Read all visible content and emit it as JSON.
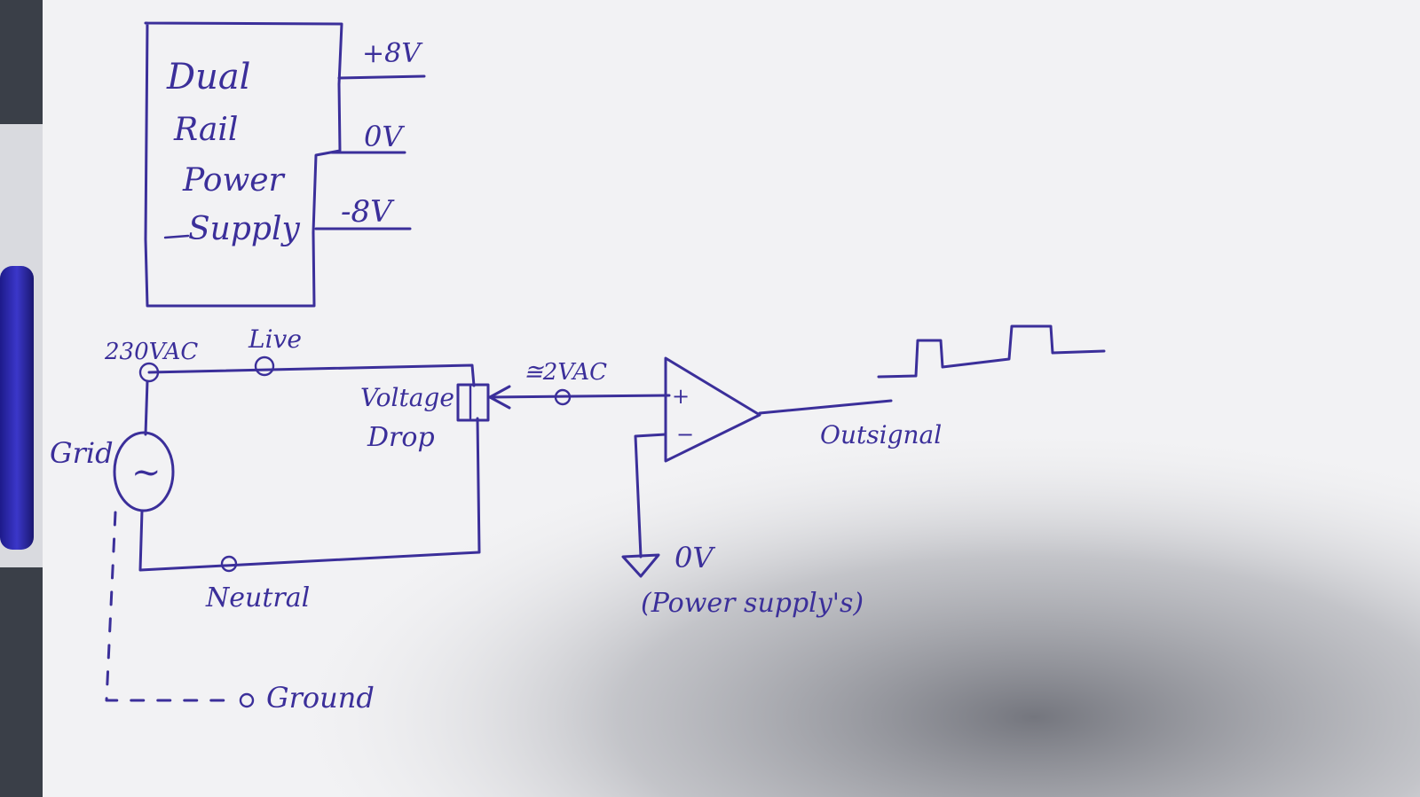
{
  "colors": {
    "paper": "#f2f2f4",
    "ink": "#3b2f9a",
    "shadow": "#6d6f78",
    "desk": "#3a3f48"
  },
  "power_supply": {
    "label_lines": [
      "Dual",
      "Rail",
      "Power",
      "Supply"
    ],
    "outputs": [
      "+8V",
      "0V",
      "-8V"
    ]
  },
  "grid_circuit": {
    "source_label": "Grid",
    "source_symbol": "~",
    "voltage_label": "230VAC",
    "live_label": "Live",
    "neutral_label": "Neutral",
    "ground_label": "Ground",
    "drop_label_lines": [
      "Voltage",
      "Drop"
    ],
    "tap_voltage": "≅2VAC"
  },
  "comparator": {
    "plus_label": "+",
    "minus_label": "−",
    "output_label": "Outsignal",
    "reference_label": "0V",
    "reference_note": "(Power supply's)"
  }
}
